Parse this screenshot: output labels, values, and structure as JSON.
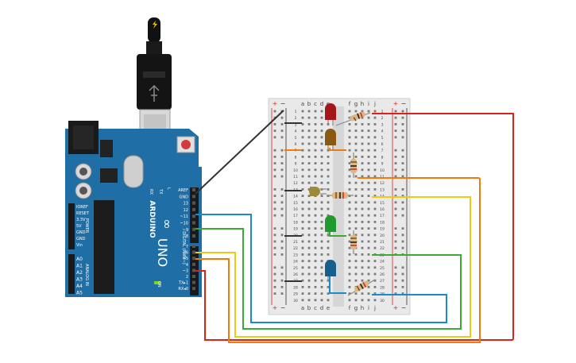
{
  "board": {
    "model": "UNO",
    "brand": "ARDUINO",
    "on_label": "ON",
    "tx_label": "TX",
    "rx_label": "RX",
    "l_label": "L",
    "power_title": "POWER",
    "analog_title": "ANALOG IN",
    "digital_title": "DIGITAL (PWM~)",
    "power_pins": [
      "IOREF",
      "RESET",
      "3.3V",
      "5V",
      "GND",
      "GND",
      "Vin"
    ],
    "analog_pins": [
      "A0",
      "A1",
      "A2",
      "A3",
      "A4",
      "A5"
    ],
    "digital_pins": [
      "AREF",
      "GND",
      "13",
      "12",
      "~11",
      "~10",
      "~9",
      "8",
      "7",
      "~6",
      "~5",
      "4",
      "~3",
      "2",
      "TX▸1",
      "RX◂0"
    ]
  },
  "breadboard": {
    "column_letters_left": [
      "a",
      "b",
      "c",
      "d",
      "e"
    ],
    "column_letters_right": [
      "f",
      "g",
      "h",
      "i",
      "j"
    ],
    "plus_label": "+",
    "minus_label": "−",
    "rows": 30
  },
  "colors": {
    "board_blue": "#1f6ea5",
    "wire_red": "#d9231c",
    "wire_orange": "#f07b0c",
    "wire_yellow": "#f2c811",
    "wire_green": "#3aaa35",
    "wire_blue": "#1c8ac9",
    "wire_black": "#333333",
    "led_red": "#a4161a",
    "led_orange": "#8a5a14",
    "led_yellow": "#9c8a3a",
    "led_green": "#1e9a2e",
    "led_blue": "#155f8c"
  },
  "leds": [
    {
      "name": "red",
      "row": 2
    },
    {
      "name": "orange",
      "row": 5
    },
    {
      "name": "yellow",
      "row": 12
    },
    {
      "name": "green",
      "row": 18
    },
    {
      "name": "blue",
      "row": 25
    }
  ]
}
